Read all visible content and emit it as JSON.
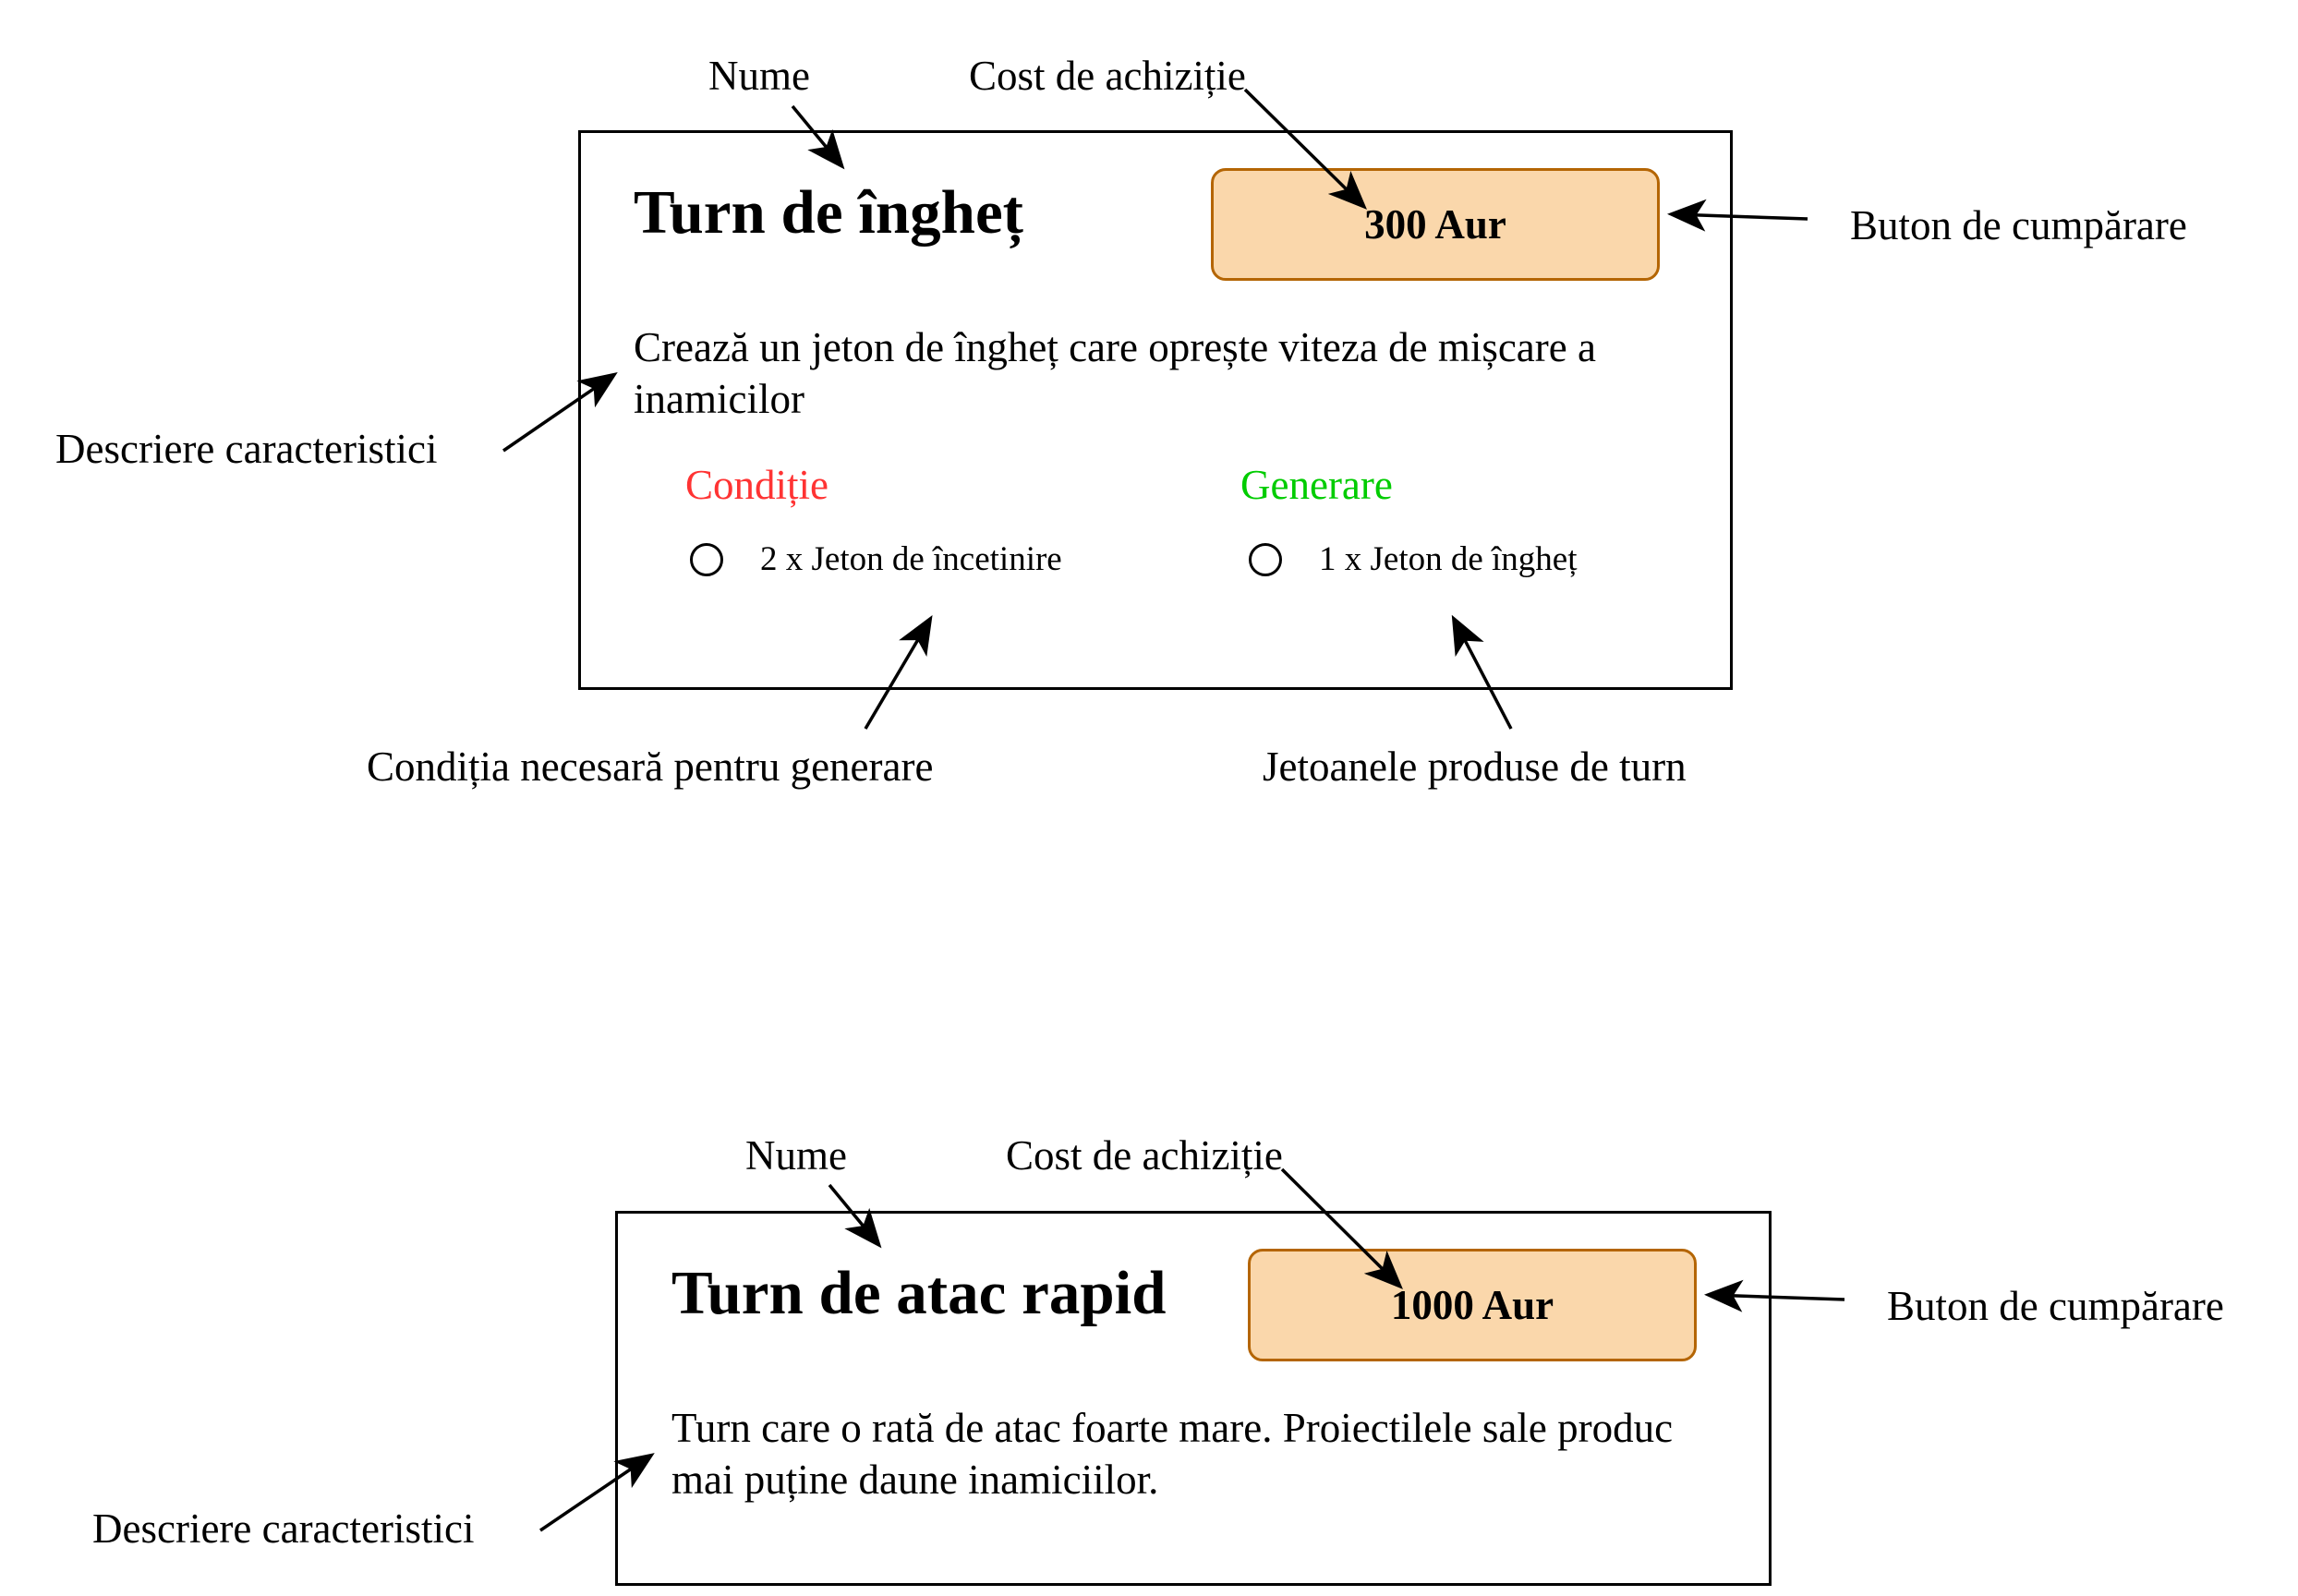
{
  "colors": {
    "button_fill": "#fad7ab",
    "button_border": "#b46504",
    "condition_heading": "#ff3333",
    "generation_heading": "#00cc00"
  },
  "card1": {
    "title": "Turn de îngheț",
    "button_label": "300 Aur",
    "description": "Crează un jeton de îngheț care oprește viteza de mișcare a inamicilor",
    "condition_heading": "Condiție",
    "condition_item": "2 x Jeton de încetinire",
    "generation_heading": "Generare",
    "generation_item": "1 x Jeton de îngheț"
  },
  "card2": {
    "title": "Turn de atac rapid",
    "button_label": "1000 Aur",
    "description": "Turn care o rată de atac foarte mare. Proiectilele sale produc mai puține daune inamiciilor."
  },
  "annotations1": {
    "name": "Nume",
    "cost": "Cost de achiziție",
    "buy_button": "Buton de cumpărare",
    "description": "Descriere caracteristici",
    "condition": "Condiția necesară pentru generare",
    "tokens": "Jetoanele produse de turn"
  },
  "annotations2": {
    "name": "Nume",
    "cost": "Cost de achiziție",
    "buy_button": "Buton de cumpărare",
    "description": "Descriere caracteristici"
  }
}
